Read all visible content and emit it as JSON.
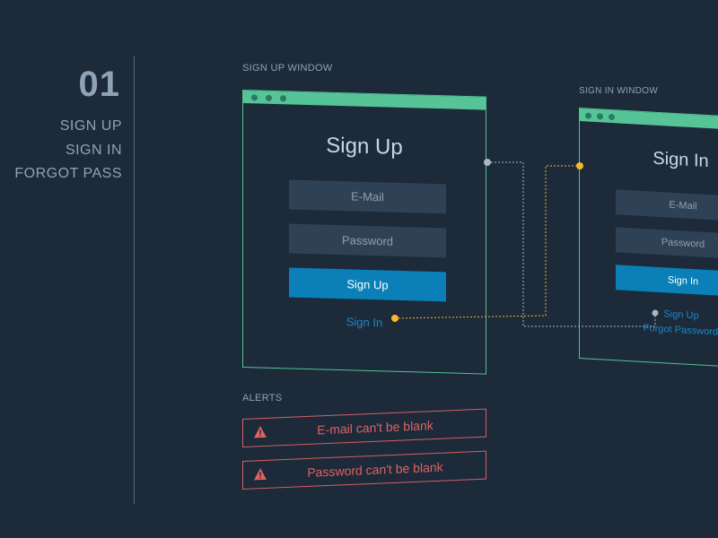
{
  "index": {
    "number": "01",
    "steps": [
      "SIGN UP",
      "SIGN IN",
      "FORGOT PASS"
    ]
  },
  "signup_window": {
    "label": "SIGN UP WINDOW",
    "title": "Sign Up",
    "email_placeholder": "E-Mail",
    "password_placeholder": "Password",
    "button": "Sign Up",
    "link": "Sign In"
  },
  "signin_window": {
    "label": "SIGN IN WINDOW",
    "title": "Sign In",
    "email_placeholder": "E-Mail",
    "password_placeholder": "Password",
    "button": "Sign In",
    "link_signup": "Sign Up",
    "link_forgot": "Forgot Password"
  },
  "alerts": {
    "label": "ALERTS",
    "items": [
      {
        "message": "E-mail can't be blank"
      },
      {
        "message": "Password can't be blank"
      }
    ]
  },
  "colors": {
    "background": "#1c2a3a",
    "window_border": "#4fc293",
    "accent_blue": "#0a7fb8",
    "link_blue": "#1b88c6",
    "alert_red": "#e06262",
    "connector_yellow": "#f5b82e",
    "connector_grey": "#aab7c4"
  }
}
